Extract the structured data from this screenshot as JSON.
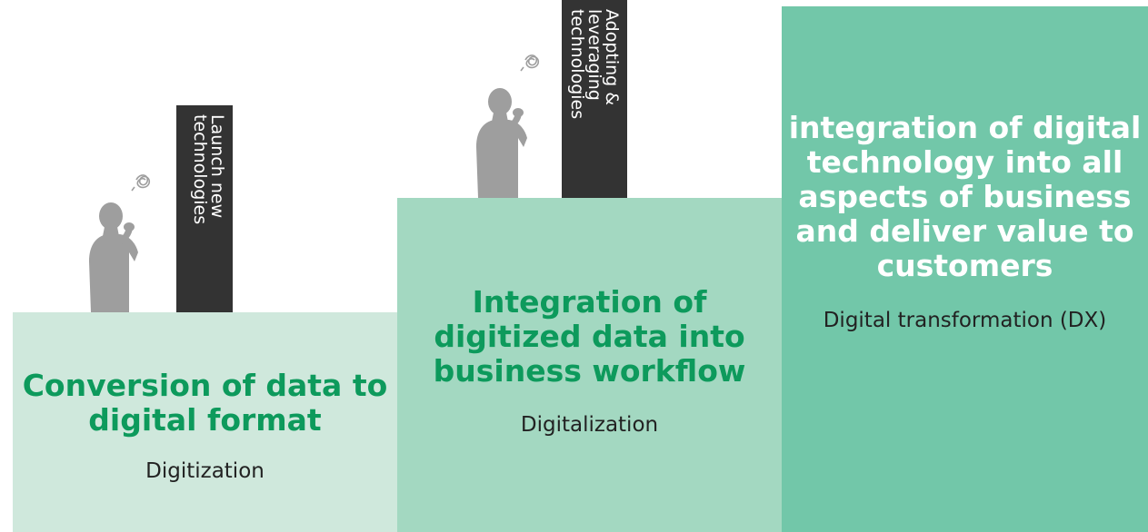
{
  "steps": [
    {
      "headline": "Conversion of data to digital format",
      "subtitle": "Digitization",
      "fill": "#cfe8dc",
      "headline_color": "#0d9a5c"
    },
    {
      "headline": "Integration of digitized data into business workflow",
      "subtitle": "Digitalization",
      "fill": "#a3d8c1",
      "headline_color": "#0d9a5c"
    },
    {
      "headline": "integration of digital technology into all aspects of business and deliver value to customers",
      "subtitle": "Digital transformation (DX)",
      "fill": "#72c7a9",
      "headline_color": "#ffffff"
    }
  ],
  "signs": [
    {
      "text": "Launch new technologies"
    },
    {
      "text": "Adopting & leveraging technologies"
    }
  ],
  "icons": {
    "person": "thinking-person-icon",
    "thought": "thought-scribble-icon"
  },
  "colors": {
    "sign_bg": "#333333",
    "silhouette": "#9e9e9e"
  }
}
